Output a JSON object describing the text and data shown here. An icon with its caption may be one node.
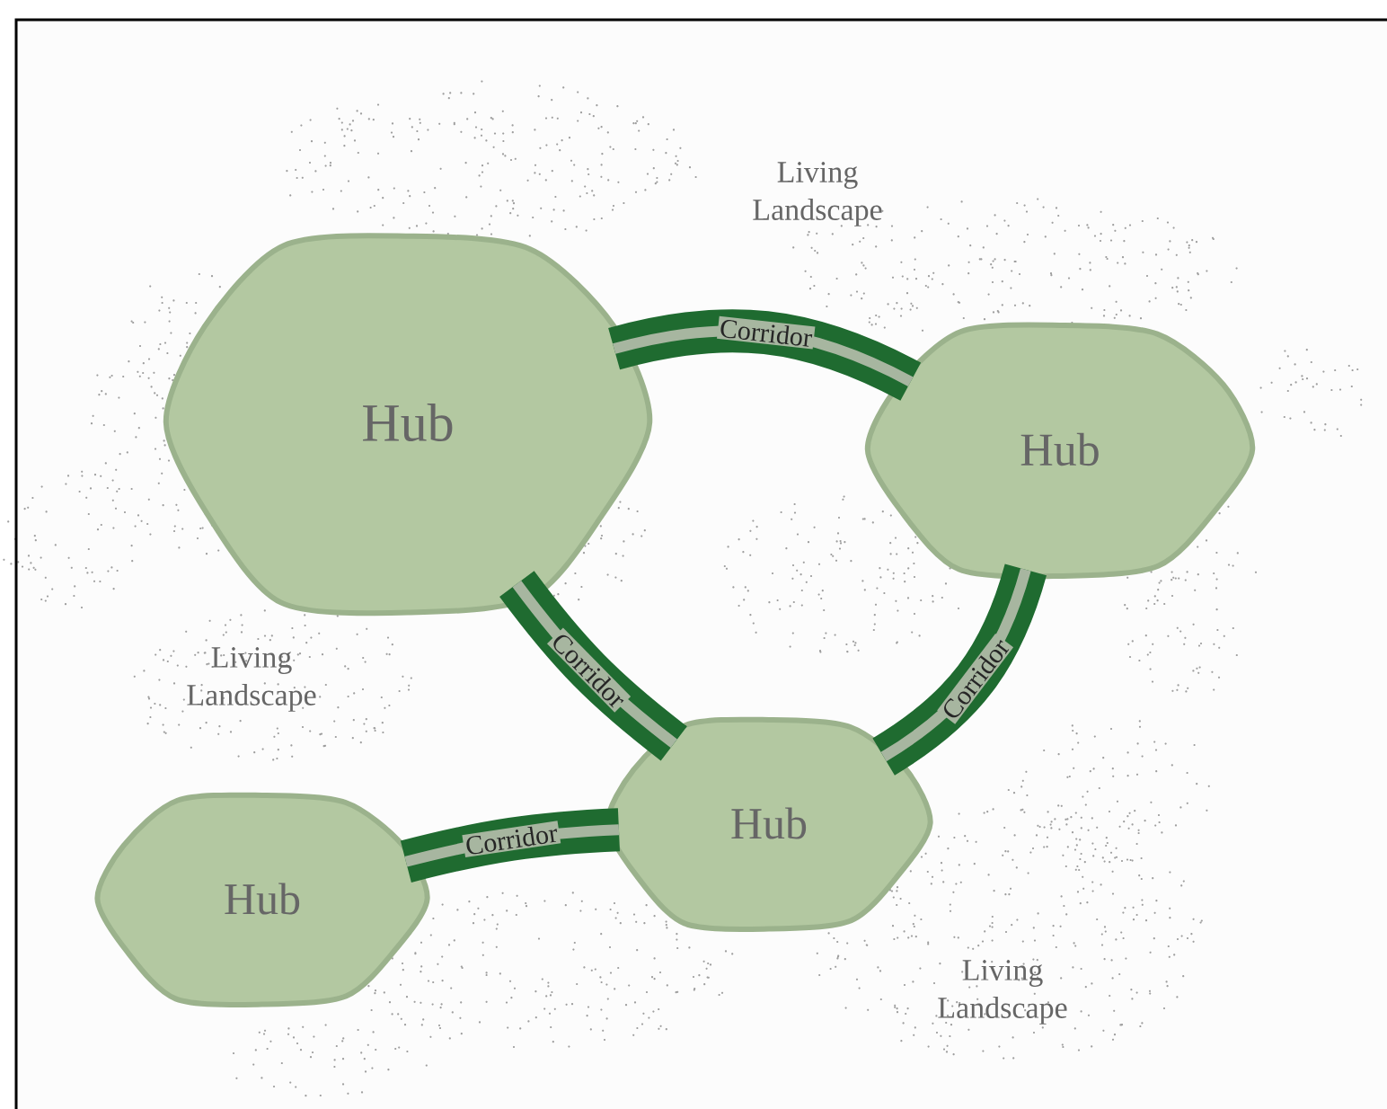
{
  "diagram": {
    "nodes": [
      {
        "text": [
          "Hub"
        ]
      },
      {
        "text": [
          "Hub"
        ]
      },
      {
        "text": [
          "Hub"
        ]
      },
      {
        "text": [
          "Hub"
        ]
      }
    ],
    "edges": [
      {
        "from": 0,
        "to": 1,
        "arrow": "none",
        "label": "Corridor"
      },
      {
        "from": 0,
        "to": 2,
        "arrow": "none",
        "label": "Corridor"
      },
      {
        "from": 1,
        "to": 2,
        "arrow": "none",
        "label": "Corridor"
      },
      {
        "from": 3,
        "to": 2,
        "arrow": "none",
        "label": "Corridor"
      }
    ],
    "labels": [
      "Living Landscape",
      "Living Landscape",
      "Living Landscape"
    ]
  }
}
